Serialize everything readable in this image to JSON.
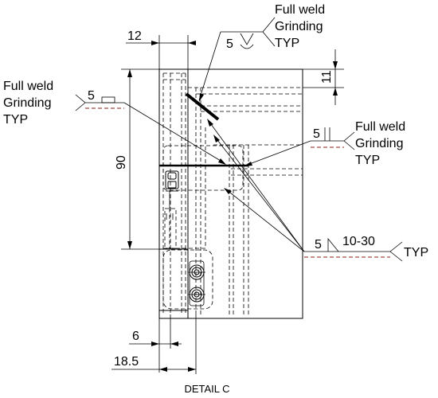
{
  "dimensions": {
    "top_width": "12",
    "height": "90",
    "top_right": "11",
    "bottom_6": "6",
    "bottom_18_5": "18.5"
  },
  "welds": {
    "top": {
      "size": "5",
      "line1": "Full weld",
      "line2": "Grinding",
      "line3": "TYP"
    },
    "left": {
      "size": "5",
      "line1": "Full weld",
      "line2": "Grinding",
      "line3": "TYP"
    },
    "right": {
      "size": "5",
      "line1": "Full weld",
      "line2": "Grinding",
      "line3": "TYP"
    },
    "fillet": {
      "size": "5",
      "pitch": "10-30",
      "tail": "TYP"
    }
  },
  "caption": "DETAIL C"
}
